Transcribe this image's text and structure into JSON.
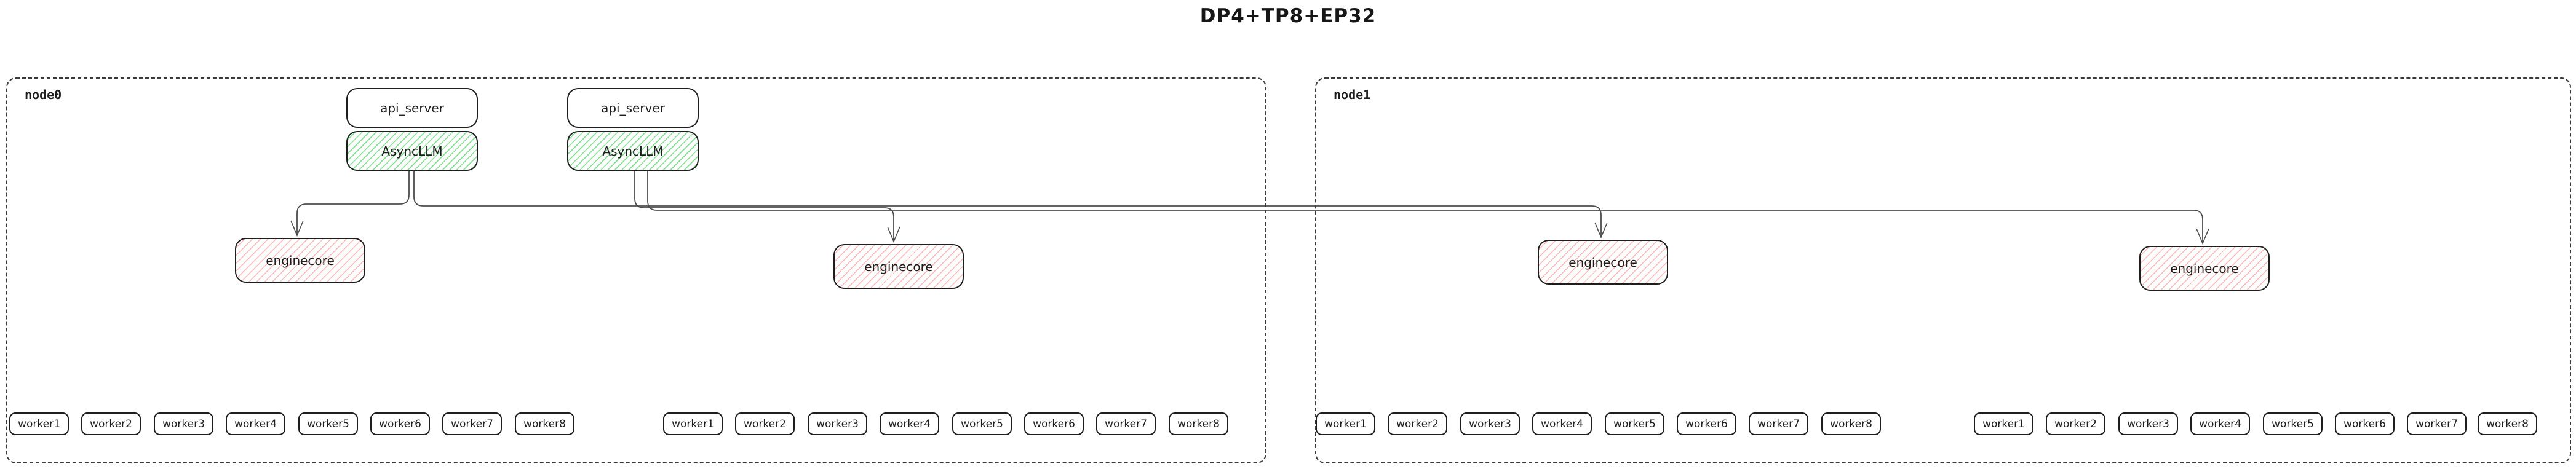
{
  "title": "DP4+TP8+EP32",
  "colors": {
    "border": "#1e1e1e",
    "edge_line": "#4d4d4d",
    "green_hatch": "#69db7c",
    "red_hatch": "#ff8c8c",
    "cluster_dash": "#3a3a3a",
    "background": "#ffffff"
  },
  "node0": {
    "label": "node0",
    "stacks": [
      {
        "api": "api_server",
        "llm": "AsyncLLM"
      },
      {
        "api": "api_server",
        "llm": "AsyncLLM"
      }
    ],
    "enginecores": [
      {
        "label": "enginecore"
      },
      {
        "label": "enginecore"
      }
    ],
    "worker_groups": [
      {
        "items": [
          "worker1",
          "worker2",
          "worker3",
          "worker4",
          "worker5",
          "worker6",
          "worker7",
          "worker8"
        ]
      },
      {
        "items": [
          "worker1",
          "worker2",
          "worker3",
          "worker4",
          "worker5",
          "worker6",
          "worker7",
          "worker8"
        ]
      }
    ]
  },
  "node1": {
    "label": "node1",
    "enginecores": [
      {
        "label": "enginecore"
      },
      {
        "label": "enginecore"
      }
    ],
    "worker_groups": [
      {
        "items": [
          "worker1",
          "worker2",
          "worker3",
          "worker4",
          "worker5",
          "worker6",
          "worker7",
          "worker8"
        ]
      },
      {
        "items": [
          "worker1",
          "worker2",
          "worker3",
          "worker4",
          "worker5",
          "worker6",
          "worker7",
          "worker8"
        ]
      }
    ]
  }
}
